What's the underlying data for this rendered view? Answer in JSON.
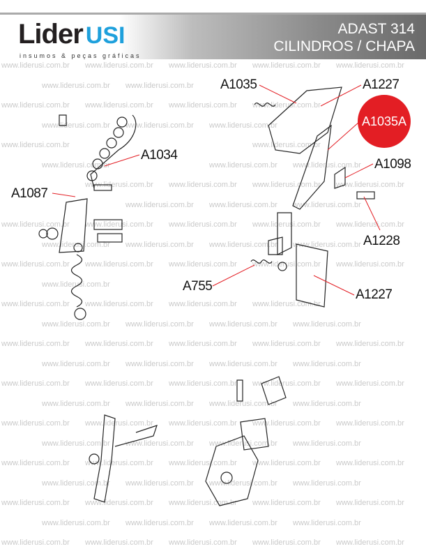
{
  "header": {
    "logo_main": "Lider",
    "logo_accent": "USI",
    "logo_tagline": "insumos & peças gráficas",
    "title_line1": "ADAST 314",
    "title_line2": "CILINDROS / CHAPA",
    "accent_color": "#1ea0dc"
  },
  "watermark": "www.liderusi.com.br",
  "parts": {
    "a1035": "A1035",
    "a1227_top": "A1227",
    "a1035a": "A1035A",
    "a1034": "A1034",
    "a1098": "A1098",
    "a1087": "A1087",
    "a1228": "A1228",
    "a755": "A755",
    "a1227_bottom": "A1227"
  },
  "highlight_color": "#e31e24"
}
